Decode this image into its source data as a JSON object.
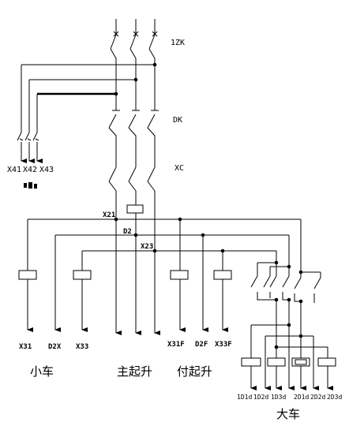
{
  "labels": {
    "switch_1zk": "1ZK",
    "switch_dk": "DK",
    "switch_xc": "XC",
    "x41": "X41",
    "x42": "X42",
    "x43": "X43",
    "x21": "X21",
    "d2": "D2",
    "x23": "X23",
    "x31": "X31",
    "d2x": "D2X",
    "x33": "X33",
    "x31f": "X31F",
    "d2f": "D2F",
    "x33f": "X33F",
    "d1d": "1D1d",
    "d2d": "1D2d",
    "d3d": "1D3d",
    "e1d": "2D1d",
    "e2d": "2D2d",
    "e3d": "2D3d"
  },
  "captions": {
    "small_car": "小车",
    "main_hoist": "主起升",
    "aux_hoist": "付起升",
    "big_car": "大车"
  }
}
